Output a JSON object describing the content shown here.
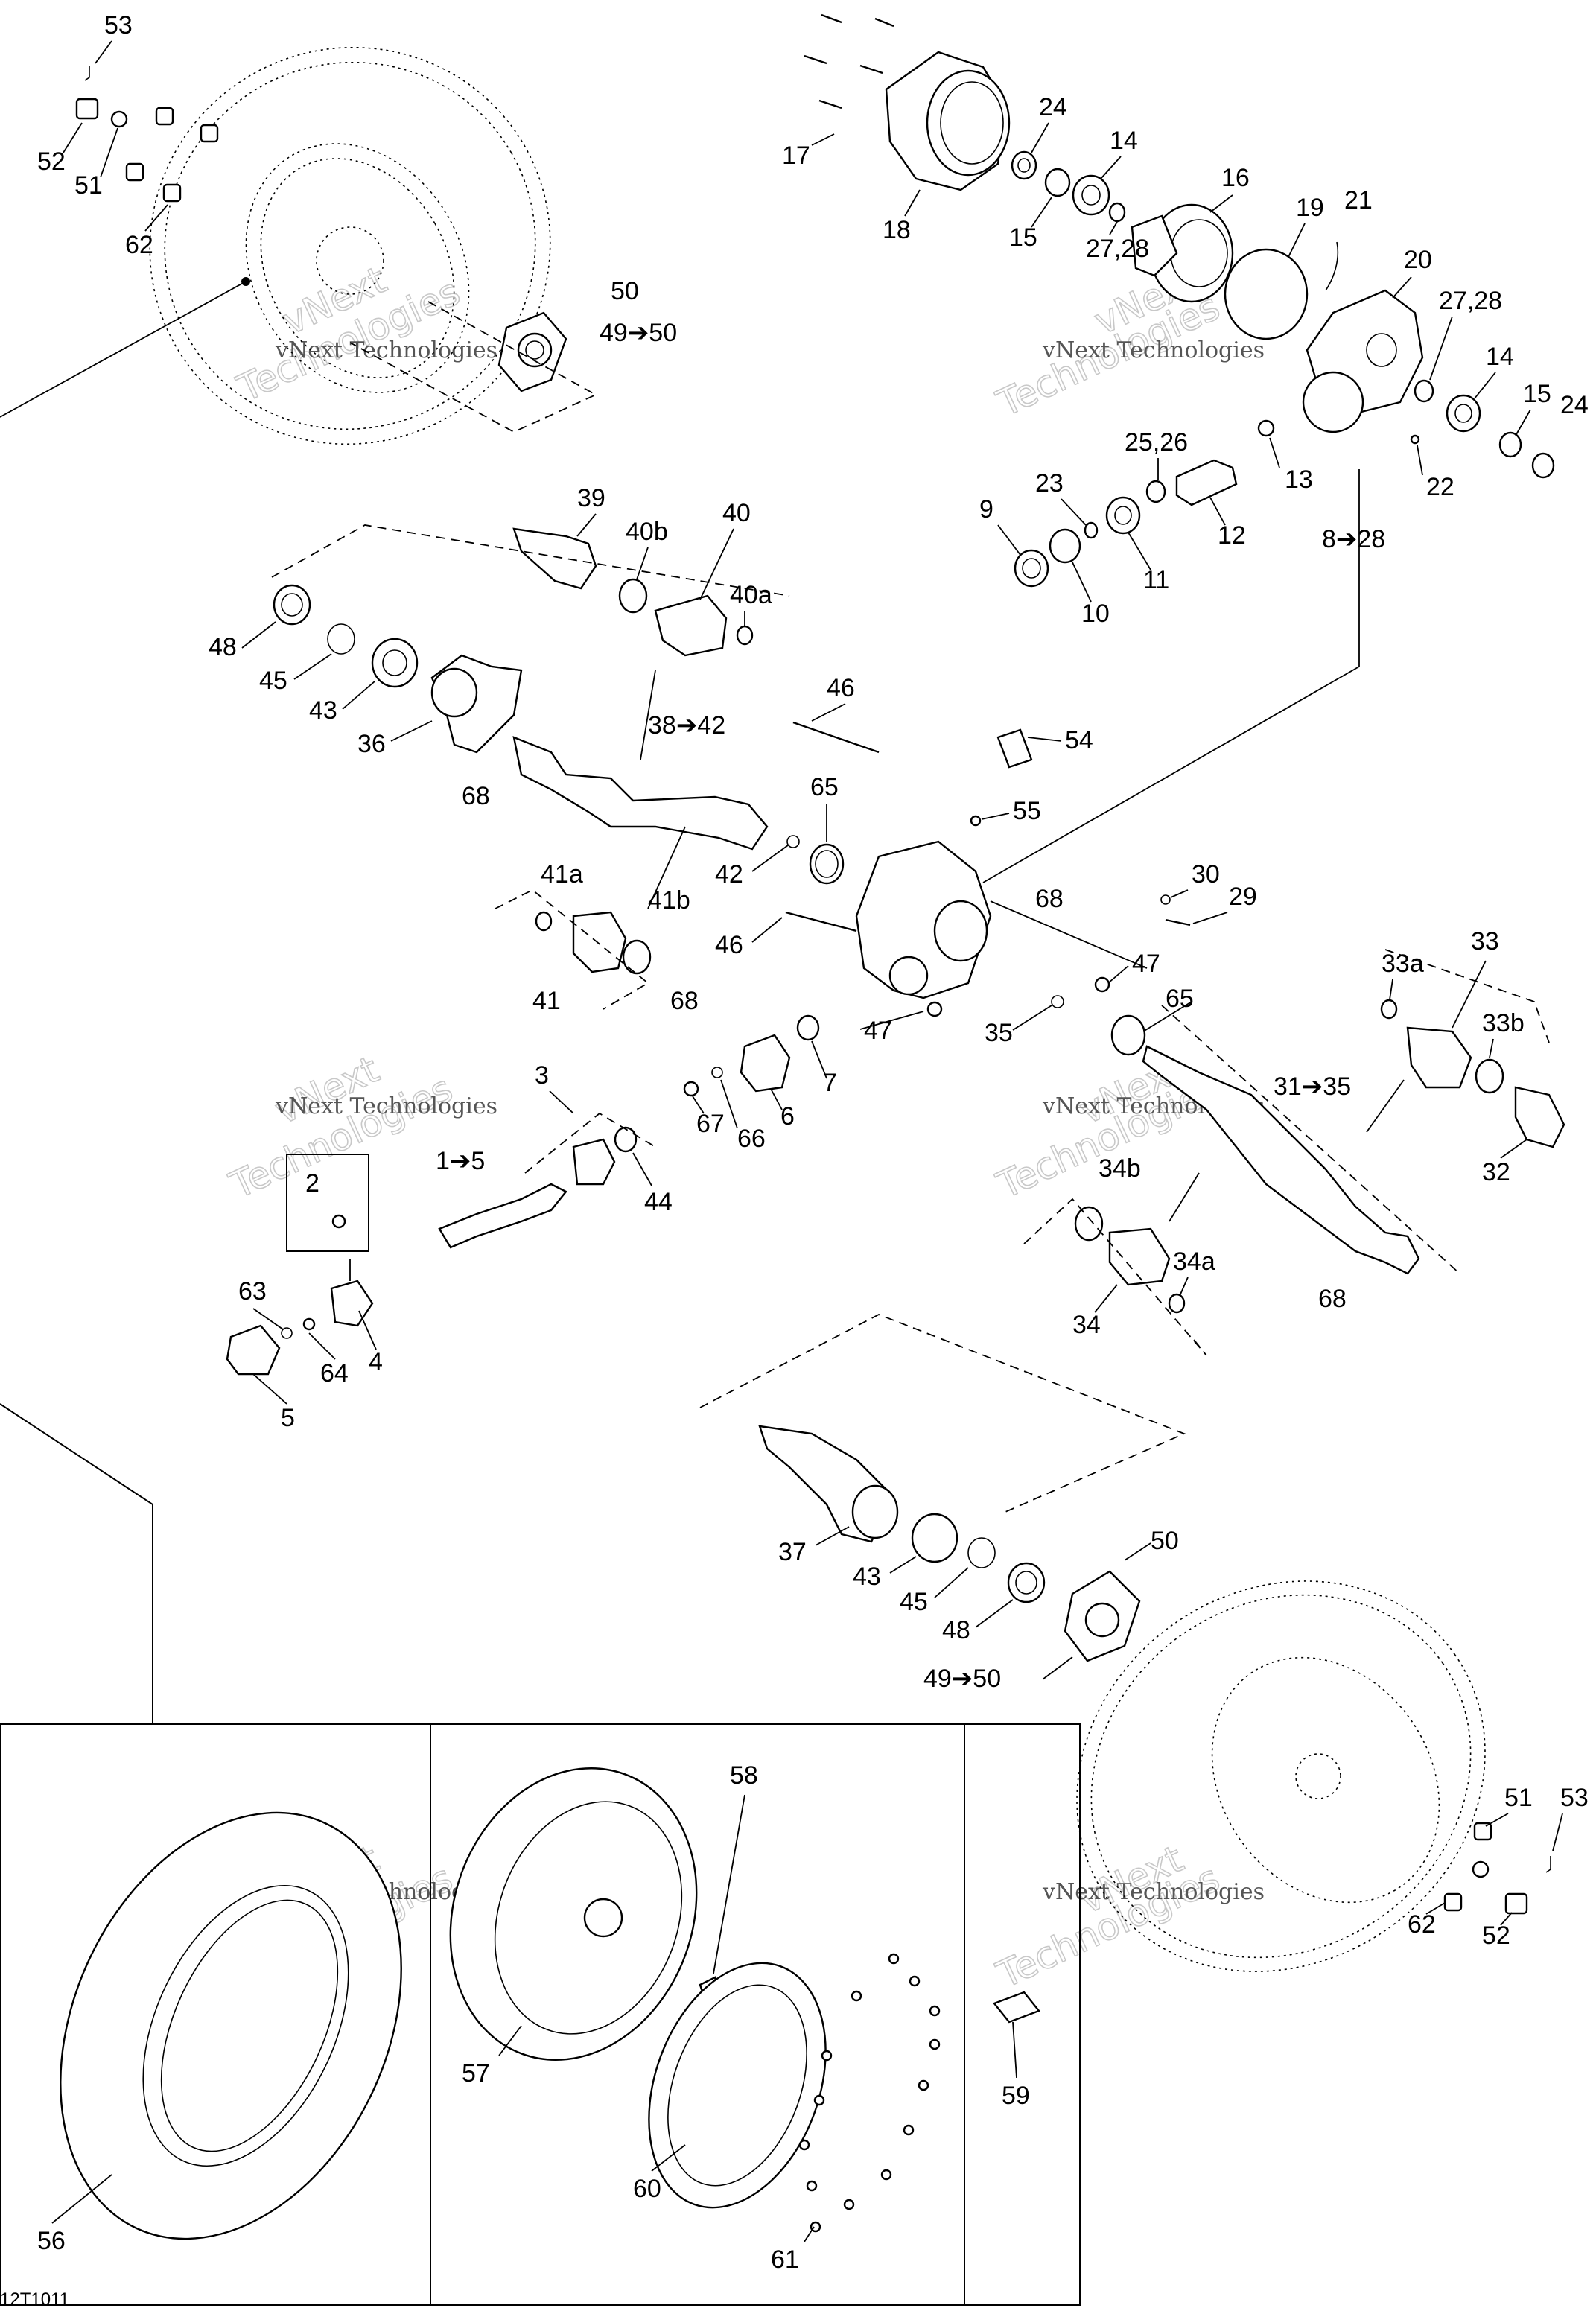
{
  "callouts": {
    "c53a": "53",
    "c52a": "52",
    "c51a": "51",
    "c62a": "62",
    "c50a": "50",
    "c49a": "49➔50",
    "c17": "17",
    "c18": "18",
    "c24a": "24",
    "c14a": "14",
    "c15a": "15",
    "c16": "16",
    "c2728a": "27,28",
    "c19": "19",
    "c21": "21",
    "c20": "20",
    "c2728b": "27,28",
    "c14b": "14",
    "c15b": "15",
    "c24b": "24",
    "c22": "22",
    "c13": "13",
    "c828": "8➔28",
    "c9": "9",
    "c10": "10",
    "c23": "23",
    "c11": "11",
    "c2526": "25,26",
    "c12": "12",
    "c39": "39",
    "c40b": "40b",
    "c40": "40",
    "c40a": "40a",
    "c48a": "48",
    "c45a": "45",
    "c43a": "43",
    "c36": "36",
    "c68a": "68",
    "c3842": "38➔42",
    "c46a": "46",
    "c54": "54",
    "c55": "55",
    "c65a": "65",
    "c42": "42",
    "c46b": "46",
    "c68b": "68",
    "c41a": "41a",
    "c41b": "41b",
    "c41": "41",
    "c68c": "68",
    "c7": "7",
    "c47a": "47",
    "c6": "6",
    "c66": "66",
    "c67": "67",
    "c30": "30",
    "c29": "29",
    "c47b": "47",
    "c35": "35",
    "c65b": "65",
    "c33": "33",
    "c33a": "33a",
    "c33b": "33b",
    "c3135": "31➔35",
    "c32": "32",
    "c34b": "34b",
    "c34a": "34a",
    "c34": "34",
    "c68d": "68",
    "c3": "3",
    "c15": "1➔5",
    "c44": "44",
    "c2": "2",
    "c63": "63",
    "c64": "64",
    "c4": "4",
    "c5": "5",
    "c37": "37",
    "c43b": "43",
    "c45b": "45",
    "c48b": "48",
    "c50b": "50",
    "c49b": "49➔50",
    "c51b": "51",
    "c53b": "53",
    "c62b": "62",
    "c52b": "52",
    "c58": "58",
    "c57": "57",
    "c59": "59",
    "c60": "60",
    "c61": "61",
    "c56": "56"
  },
  "watermark": {
    "line1": "vNext Technologies",
    "line2": "vNext",
    "line3": "Technologies"
  },
  "drawing_code": "12T1011"
}
